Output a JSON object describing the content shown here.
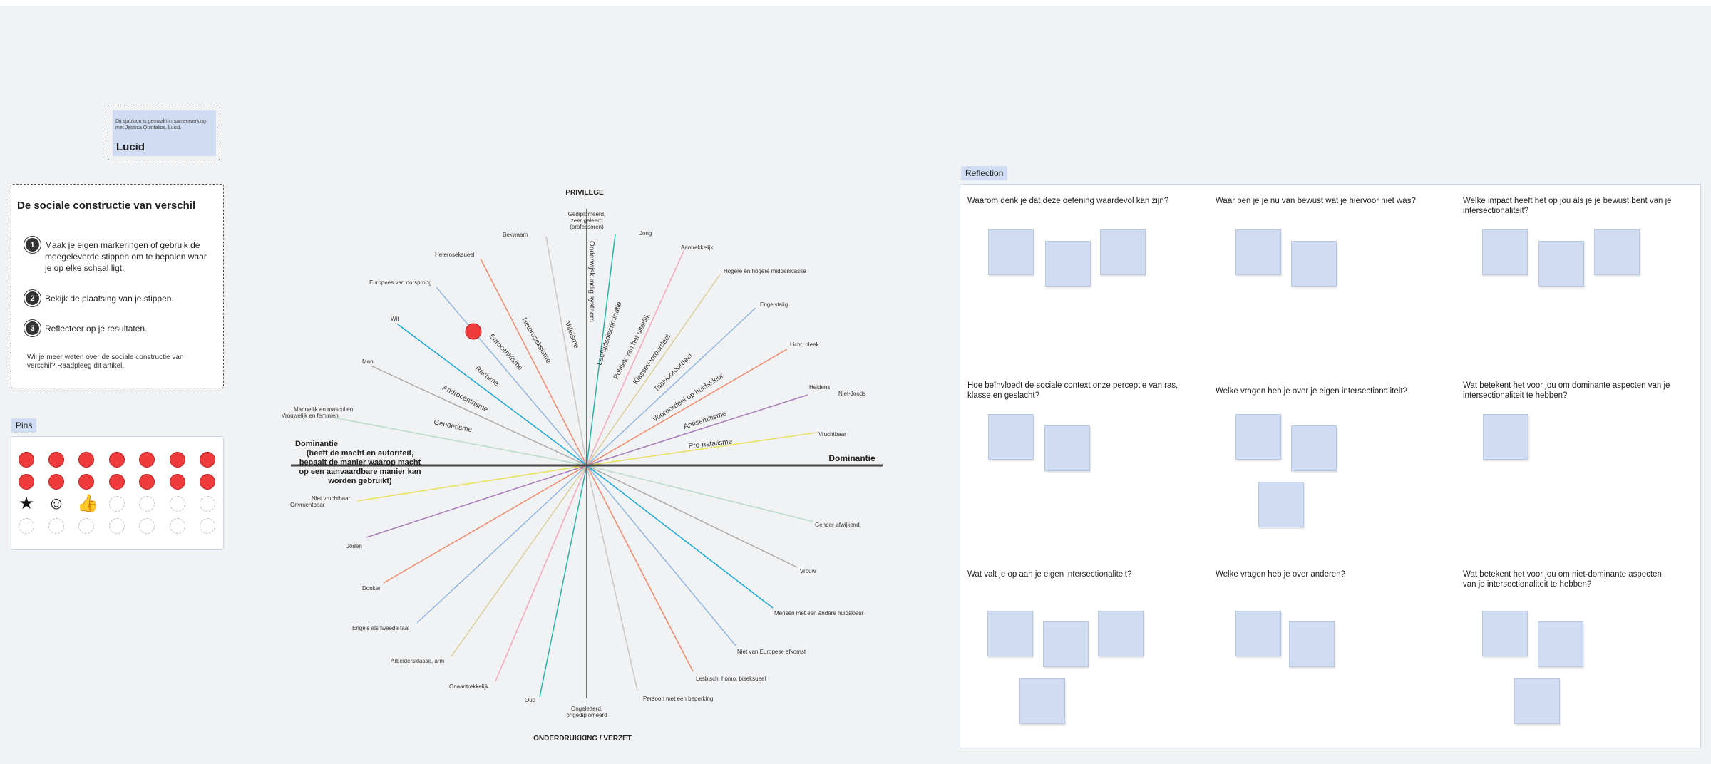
{
  "credit": {
    "text": "Dit sjabloon is gemaakt in samenwerking met Jessica Quintalios, Lucid.",
    "logo": "Lucid"
  },
  "instructions": {
    "title": "De sociale constructie van verschil",
    "steps": [
      {
        "num": "1",
        "text": "Maak je eigen markeringen of gebruik de meegeleverde stippen om te bepalen waar je op elke schaal ligt."
      },
      {
        "num": "2",
        "text": "Bekijk de plaatsing van je stippen."
      },
      {
        "num": "3",
        "text": "Reflecteer op je resultaten."
      }
    ],
    "footer": "Wil je meer weten over de sociale constructie van verschil? Raadpleeg dit artikel."
  },
  "pins": {
    "label": "Pins",
    "red_color": "#ef3b3b",
    "glyphs": [
      "star-icon",
      "smiley-icon",
      "thumbs-up-icon"
    ]
  },
  "chart": {
    "privilege_label": "PRIVILEGE",
    "oppression_label": "ONDERDRUKKING / VERZET",
    "dominance_right": "Dominantie",
    "dominance_left_line1": "Dominantie",
    "dominance_left_line2": "(heeft de macht en autoriteit,",
    "dominance_left_line3": "bepaalt de manier waarop macht",
    "dominance_left_line4": "op een aanvaardbare manier kan",
    "dominance_left_line5": "worden gebruikt)",
    "top_center_line1": "Gediplomeerd,",
    "top_center_line2": "zeer geleerd",
    "top_center_line3": "(professoren)",
    "bottom_center_line1": "Ongeletterd,",
    "bottom_center_line2": "ongediplomeerd",
    "privileged_labels": [
      "Jong",
      "Aantrekkelijk",
      "Hogere en hogere middenklasse",
      "Engelstalig",
      "Licht, bleek",
      "Heidens",
      "Niet-Joods",
      "Vruchtbaar",
      "Bekwaam",
      "Heteroseksueel",
      "Europees van oorsprong",
      "Wit",
      "Man",
      "Mannelijk en masculien",
      "Vrouwelijk en feminien"
    ],
    "oppressed_labels": [
      "Niet vruchtbaar",
      "Onvruchtbaar",
      "Joden",
      "Donker",
      "Engels als tweede taal",
      "Arbeidersklasse, arm",
      "Onaantrekkelijk",
      "Oud",
      "Persoon met een beperking",
      "Lesbisch, homo, biseksueel",
      "Niet van Europese afkomst",
      "Mensen met een andere huidskleur",
      "Vrouw",
      "Gender-afwijkend"
    ],
    "ism_labels": [
      "Onderwijskundig systeem",
      "Leeftijdsdiscriminatie",
      "Politiek van het uiterlijk",
      "Klassevooroordeel",
      "Taalvooroordeel",
      "Vooroordeel op huidskleur",
      "Antisemitisme",
      "Pro-natalisme",
      "Ableïsme",
      "Heteroseksisme",
      "Eurocentrisme",
      "Racisme",
      "Androcentrisme",
      "Genderisme"
    ]
  },
  "reflection": {
    "label": "Reflection",
    "questions": [
      "Waarom denk je dat deze oefening waardevol kan zijn?",
      "Waar ben je je nu van bewust wat je hiervoor niet was?",
      "Welke impact heeft het op jou als je je bewust bent van je intersectionaliteit?",
      "Hoe beïnvloedt de sociale context onze perceptie van ras, klasse en geslacht?",
      "Welke vragen heb je over je eigen intersectionaliteit?",
      "Wat betekent het voor jou om dominante aspecten van je intersectionaliteit te hebben?",
      "Wat valt je op aan je eigen intersectionaliteit?",
      "Welke vragen heb je over anderen?",
      "Wat betekent het voor jou om niet-dominante aspecten van je intersectionaliteit te hebben?"
    ]
  }
}
